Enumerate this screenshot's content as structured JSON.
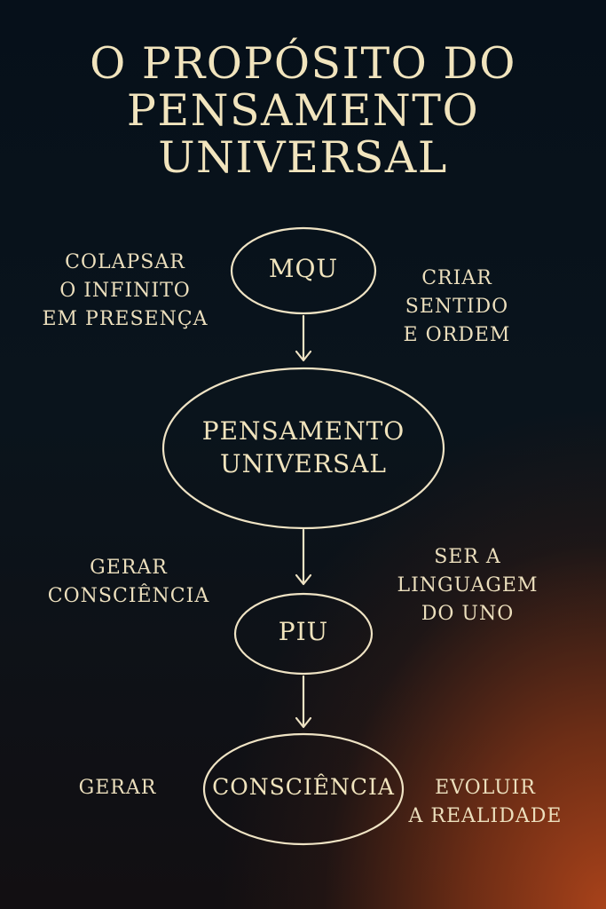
{
  "title": {
    "line1": "O PROPÓSITO DO",
    "line2": "PENSAMENTO",
    "line3": "UNIVERSAL"
  },
  "nodes": {
    "mqu": "MQU",
    "pensamento": [
      "PENSAMENTO",
      "UNIVERSAL"
    ],
    "piu": "PIU",
    "consciencia": "CONSCIÊNCIA"
  },
  "annotations": {
    "mqu_left": [
      "COLAPSAR",
      "O INFINITO",
      "EM PRESENÇA"
    ],
    "mqu_right": [
      "CRIAR",
      "SENTIDO",
      "E ORDEM"
    ],
    "piu_left": [
      "GERAR",
      "CONSCIÊNCIA"
    ],
    "piu_right": [
      "SER A",
      "LINGUAGEM",
      "DO UNO"
    ],
    "consciencia_left": [
      "GERAR"
    ],
    "consciencia_right": [
      "EVOLUIR",
      "A REALIDADE"
    ]
  },
  "colors": {
    "ink": "#efe3c4",
    "background_top": "#06101a",
    "background_glow": "#a8421a"
  }
}
